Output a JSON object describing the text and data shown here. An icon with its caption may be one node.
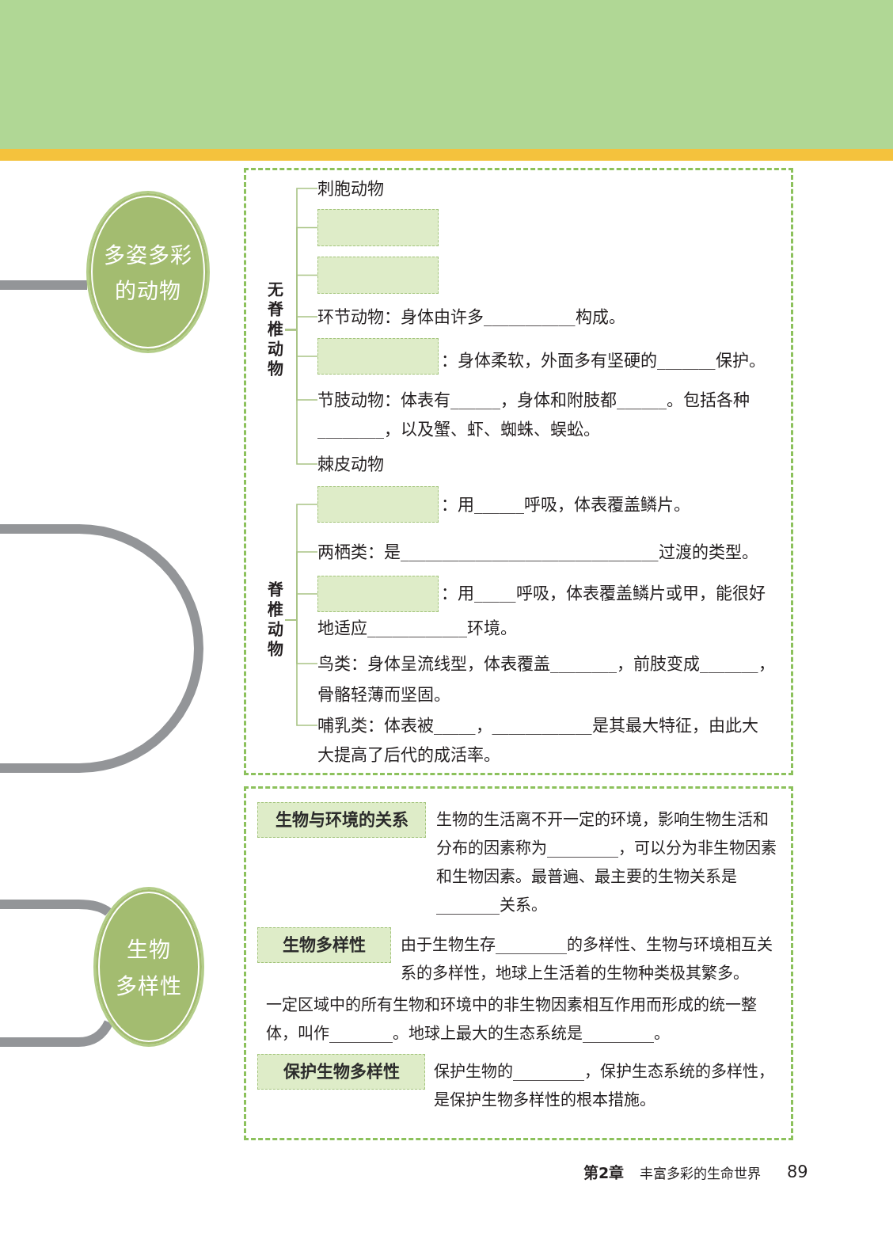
{
  "diagram": {
    "nodes": [
      {
        "text": [
          "多姿多彩的动物"
        ]
      },
      {
        "text": [],
        "shape": "box"
      },
      {
        "text": [
          "无脊椎动物"
        ],
        "in": 1
      },
      {
        "text": [
          "刺胞动物"
        ],
        "in": 1
      },
      {
        "text": [],
        "shape": "box",
        "in": 1
      },
      {
        "text": [],
        "shape": "box",
        "in": 1
      },
      {
        "text": [
          "环节动物：身体由许多___________构成。"
        ],
        "in": 1
      },
      {
        "text": [],
        "shape": "box",
        "in": 1,
        "beside": [
          "：身体柔软，外面多有坚硬的_______保护。"
        ]
      },
      {
        "text": [
          "节肢动物：体表有______，身体和附肢都______。包括各种________，以及蟹、虾、蜘蛛、蜈蚣。"
        ],
        "in": 1
      },
      {
        "text": [
          "棘皮动物"
        ],
        "in": 1
      },
      {
        "text": [
          "脊椎动物"
        ],
        "in": 1
      },
      {
        "text": [],
        "shape": "box",
        "in": 1,
        "beside": [
          "：用______呼吸，体表覆盖鳞片。"
        ]
      },
      {
        "text": [
          "两栖类：是_______________________________过渡的类型。"
        ],
        "in": 1
      },
      {
        "text": [],
        "shape": "box",
        "in": 1,
        "beside": [
          "：用_____呼吸，体表覆盖鳞片或甲，能很好地适应____________环境。"
        ]
      },
      {
        "text": [
          "鸟类：身体呈流线型，体表覆盖________，前肢变成_______，骨骼轻薄而坚固。"
        ],
        "in": 1
      },
      {
        "text": [
          "哺乳类：体表被_____，____________是其最大特征，由此大大提高了后代的成活率。"
        ],
        "in": 1
      },
      {
        "text": [
          "生物多样性"
        ]
      },
      {
        "text": [],
        "shape": "box"
      },
      {
        "text": [
          "生物与环境的关系"
        ],
        "in": 17,
        "beside": [
          "生物的生活离不开一定的环境，影响生物生活和分布的因素称为_________，可以分为非生物因素和生物因素。最普遍、最主要的生物关系是________关系。"
        ]
      },
      {
        "text": [
          "生物多样性"
        ],
        "in": 17,
        "beside": [
          "由于生物生存_________的多样性、生物与环境相互关系的多样性，地球上生活着的生物种类极其繁多。"
        ]
      },
      {
        "text": [
          "保护生物多样性"
        ],
        "in": 17,
        "beside": [
          "保护生物的_________，保护生态系统的多样性，是保护生物多样性的根本措施。"
        ]
      }
    ],
    "edges": [
      {
        "from": null,
        "to": 0,
        "arrow": "none",
        "style": "thick",
        "color": "#939598"
      },
      {
        "from": 2,
        "to": 3,
        "arrow": "none"
      },
      {
        "from": 2,
        "to": 4,
        "arrow": "none"
      },
      {
        "from": 2,
        "to": 5,
        "arrow": "none"
      },
      {
        "from": 2,
        "to": 6,
        "arrow": "none"
      },
      {
        "from": 2,
        "to": 7,
        "arrow": "none"
      },
      {
        "from": 2,
        "to": 8,
        "arrow": "none"
      },
      {
        "from": 2,
        "to": 9,
        "arrow": "none"
      },
      {
        "from": 10,
        "to": 11,
        "arrow": "none"
      },
      {
        "from": 10,
        "to": 12,
        "arrow": "none"
      },
      {
        "from": 10,
        "to": 13,
        "arrow": "none"
      },
      {
        "from": 10,
        "to": 14,
        "arrow": "none"
      },
      {
        "from": 10,
        "to": 15,
        "arrow": "none"
      },
      {
        "from": null,
        "to": 16,
        "arrow": "none",
        "style": "thick",
        "color": "#939598"
      },
      {
        "from": null,
        "to": 16,
        "arrow": "none",
        "style": "thick",
        "color": "#939598"
      }
    ],
    "labels": [
      "一定区域中的所有生物和环境中的非生物因素相互作用而形成的统一整体，叫作________。地球上最大的生态系统是_________。",
      "第2章",
      "丰富多彩的生命世界",
      "89"
    ]
  }
}
